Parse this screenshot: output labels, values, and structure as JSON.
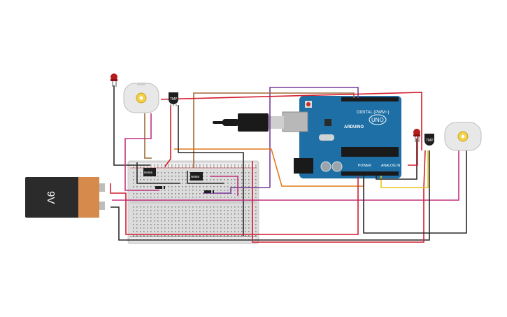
{
  "battery": {
    "label": "9V",
    "body_color": "#2b2b2b",
    "cap_color": "#d68a4c"
  },
  "arduino": {
    "brand": "ARDUINO",
    "model": "UNO",
    "digital_label": "DIGITAL (PWM~)",
    "power_label": "POWER",
    "analog_label": "ANALOG IN",
    "board_color": "#1d6fa5"
  },
  "chips": [
    {
      "label": "NM55"
    },
    {
      "label": "NM55"
    }
  ],
  "sensors": [
    {
      "label": "TMP"
    },
    {
      "label": "TMP"
    }
  ],
  "wire_colors": {
    "red": "#d11f2e",
    "black": "#2a2a2a",
    "purple": "#7a3a9a",
    "orange": "#e07b1a",
    "brown": "#a06a3a",
    "magenta": "#c2327d",
    "yellow": "#e6c619"
  }
}
